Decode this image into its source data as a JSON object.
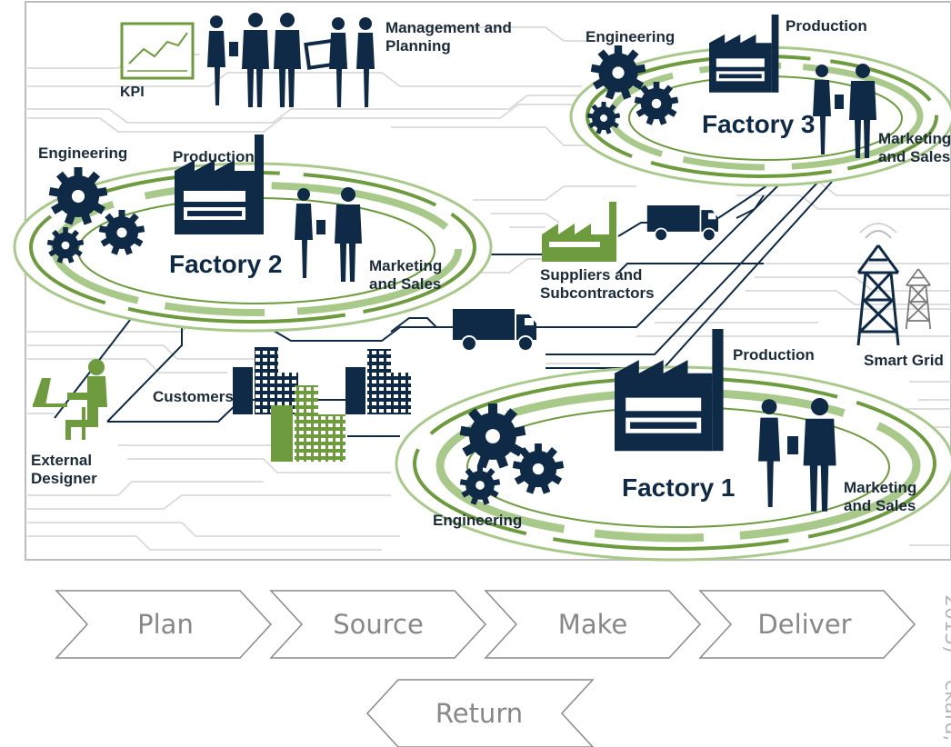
{
  "labels": {
    "kpi": "KPI",
    "management": [
      "Management and",
      "Planning"
    ],
    "eng_f2": "Engineering",
    "prod_f2": "Production",
    "mkt_f2": [
      "Marketing",
      "and Sales"
    ],
    "eng_f3": "Engineering",
    "prod_f3": "Production",
    "mkt_f3": [
      "Marketing",
      "and Sales"
    ],
    "suppliers": [
      "Suppliers and",
      "Subcontractors"
    ],
    "customers": "Customers",
    "external": [
      "External",
      "Designer"
    ],
    "smart_grid": "Smart Grid",
    "prod_f1": "Production",
    "eng_f1": "Engineering",
    "mkt_f1": [
      "Marketing",
      "and Sales"
    ]
  },
  "factories": {
    "f1": "Factory 1",
    "f2": "Factory 2",
    "f3": "Factory 3"
  },
  "process_steps": [
    "Plan",
    "Source",
    "Make",
    "Deliver"
  ],
  "return_step": "Return",
  "credit_fragments": [
    "2013)",
    "ckard,"
  ],
  "colors": {
    "navy": "#0f2a47",
    "green": "#6d9b3d",
    "light_green": "#a9c98b",
    "line_gray": "#c9c9c9",
    "chevron_stroke": "#8a8a8a"
  },
  "icons": [
    "kpi-chart-icon",
    "people-icon",
    "gear-icon",
    "factory-icon",
    "truck-icon",
    "building-icon",
    "computer-user-icon",
    "power-tower-icon"
  ]
}
